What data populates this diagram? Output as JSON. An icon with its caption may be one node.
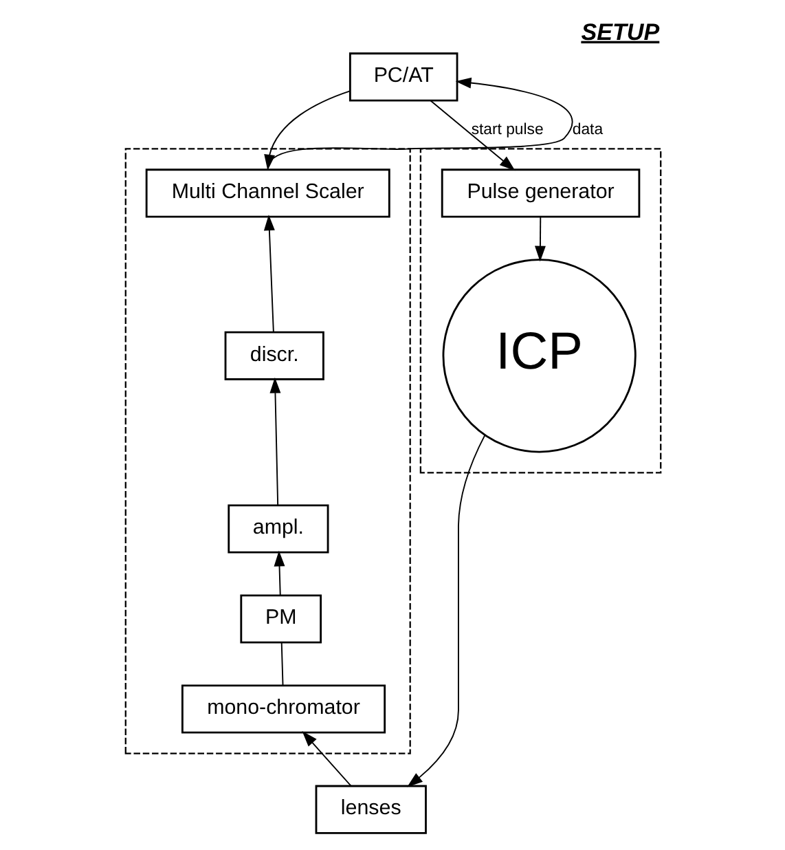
{
  "diagram": {
    "title": "SETUP",
    "nodes": [
      {
        "text": [
          "PC/AT"
        ]
      },
      {
        "text": [],
        "shape": "box"
      },
      {
        "text": [
          "Multi Channel Scaler"
        ],
        "in": 1
      },
      {
        "text": [
          "discr."
        ],
        "in": 1
      },
      {
        "text": [
          "ampl."
        ],
        "in": 1
      },
      {
        "text": [
          "PM"
        ],
        "in": 1
      },
      {
        "text": [
          "mono-chromator"
        ],
        "in": 1
      },
      {
        "text": [],
        "shape": "box"
      },
      {
        "text": [
          "Pulse generator"
        ],
        "in": 7
      },
      {
        "text": [
          "ICP"
        ],
        "in": 7
      },
      {
        "text": [
          "lenses"
        ]
      }
    ],
    "edges": [
      {
        "from": 2,
        "to": 0,
        "arrow": "to",
        "label": "data"
      },
      {
        "from": 0,
        "to": 2,
        "arrow": "to"
      },
      {
        "from": 0,
        "to": 8,
        "arrow": "to",
        "label": "start pulse"
      },
      {
        "from": 4,
        "to": 3,
        "arrow": "to"
      },
      {
        "from": 3,
        "to": 2,
        "arrow": "to"
      },
      {
        "from": 5,
        "to": 4,
        "arrow": "to"
      },
      {
        "from": 5,
        "to": 6,
        "arrow": "none"
      },
      {
        "from": 8,
        "to": 9,
        "arrow": "to"
      },
      {
        "from": 9,
        "to": 10,
        "arrow": "to"
      },
      {
        "from": 10,
        "to": 6,
        "arrow": "to"
      }
    ]
  }
}
